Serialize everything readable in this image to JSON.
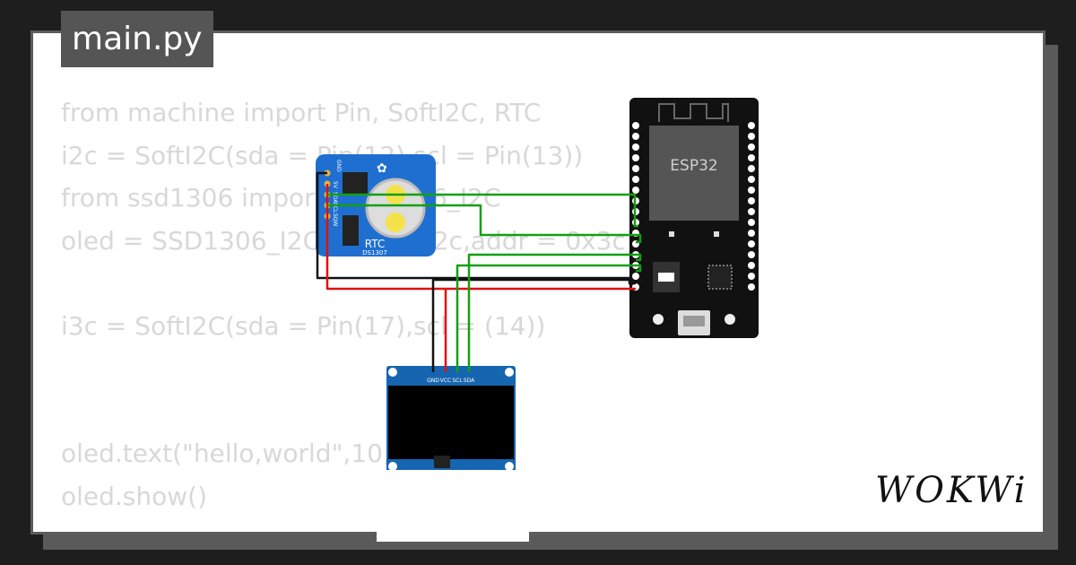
{
  "tab": {
    "label": "main.py"
  },
  "code": {
    "lines": [
      "from machine import Pin, SoftI2C, RTC",
      "i2c = SoftI2C(sda = Pin(12),scl = Pin(13))",
      "from ssd1306 import SSD1306_I2C",
      "oled = SSD1306_I2C(128,64,i2c,addr = 0x3c)",
      "",
      "i3c = SoftI2C(sda = Pin(17),scl = (14))",
      "",
      "",
      "oled.text(\"hello,world\",10,10)",
      "oled.show()"
    ]
  },
  "rtc": {
    "label": "RTC",
    "model": "DS1307",
    "pins": [
      "GND",
      "5V",
      "SDA",
      "SCL",
      "SQW"
    ]
  },
  "esp32": {
    "label": "ESP32"
  },
  "oled_module": {
    "pins": [
      "GND",
      "VCC",
      "SCL",
      "SDA"
    ]
  },
  "brand": {
    "logo_text": "WOKWi"
  },
  "colors": {
    "wire_green": "#12a012",
    "wire_red": "#e01010",
    "wire_black": "#111111",
    "rtc_board": "#1f6fd1",
    "oled_board": "#1665b0",
    "esp_board": "#111111"
  }
}
